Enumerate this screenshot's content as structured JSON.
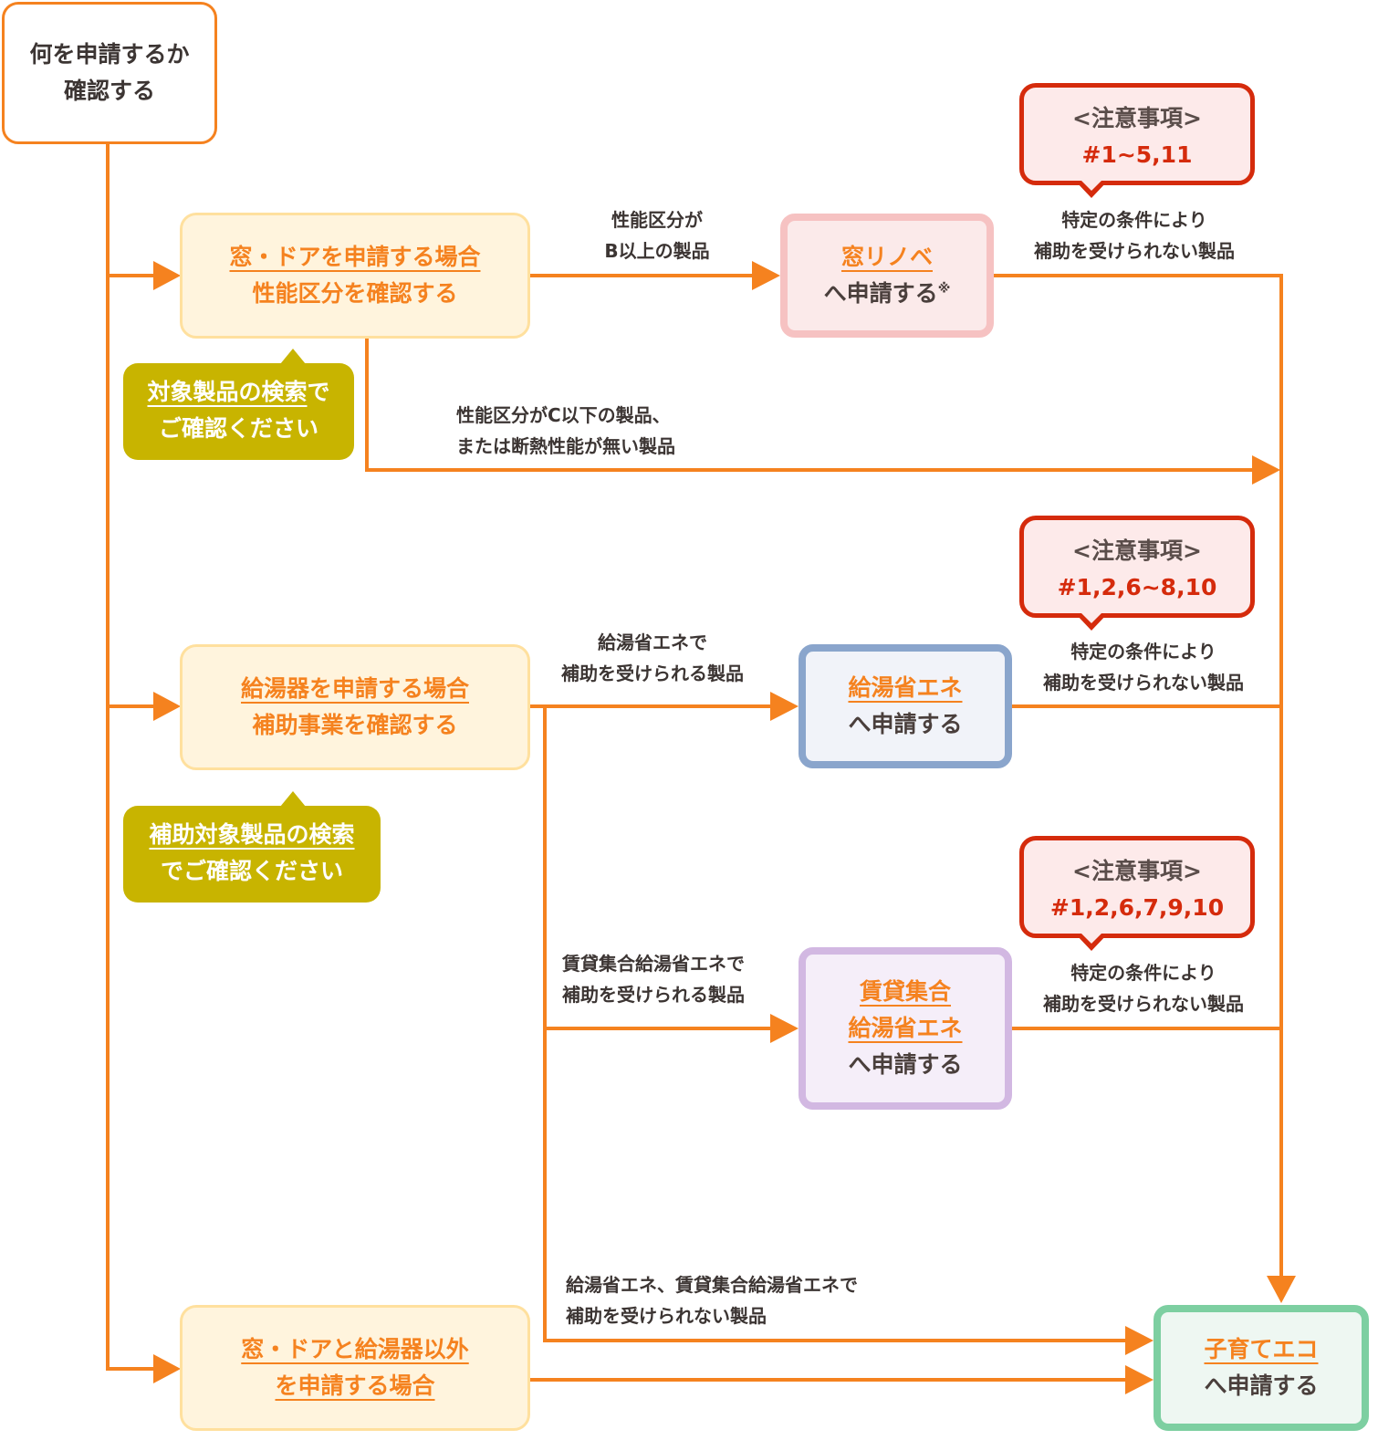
{
  "start": {
    "line1": "何を申請するか",
    "line2": "確認する"
  },
  "steps": {
    "window": {
      "link": "窓・ドアを申請する場合",
      "line2": "性能区分を確認する"
    },
    "water_heater": {
      "link": "給湯器を申請する場合",
      "line2": "補助事業を確認する"
    },
    "other": {
      "link1": "窓・ドアと給湯器以外",
      "link2": "を申請する場合"
    }
  },
  "tips": {
    "window": {
      "link": "対象製品の検索",
      "suffix": "で",
      "line2": "ご確認ください"
    },
    "water_heater": {
      "link": "補助対象製品の検索",
      "line2": "でご確認ください"
    }
  },
  "destinations": {
    "window_renovation": {
      "link": "窓リノベ",
      "line2": "へ申請する",
      "mark": "※"
    },
    "water_heater_eco": {
      "link": "給湯省エネ",
      "line2": "へ申請する"
    },
    "rental_water_heater_eco": {
      "link1": "賃貸集合",
      "link2": "給湯省エネ",
      "line2": "へ申請する"
    },
    "kosodate_eco": {
      "link": "子育てエコ",
      "line2": "へ申請する"
    }
  },
  "notes": [
    {
      "title": "<注意事項>",
      "nums": "#1~5,11"
    },
    {
      "title": "<注意事項>",
      "nums": "#1,2,6~8,10"
    },
    {
      "title": "<注意事項>",
      "nums": "#1,2,6,7,9,10"
    }
  ],
  "edge_labels": {
    "window_b_or_above": [
      "性能区分が",
      "B以上の製品"
    ],
    "window_c_or_below": [
      "性能区分がC以下の製品、",
      "または断熱性能が無い製品"
    ],
    "not_eligible_1": [
      "特定の条件により",
      "補助を受けられない製品"
    ],
    "water_eligible": [
      "給湯省エネで",
      "補助を受けられる製品"
    ],
    "not_eligible_2": [
      "特定の条件により",
      "補助を受けられない製品"
    ],
    "rental_eligible": [
      "賃貸集合給湯省エネで",
      "補助を受けられる製品"
    ],
    "not_eligible_3": [
      "特定の条件により",
      "補助を受けられない製品"
    ],
    "water_not_eligible": [
      "給湯省エネ、賃貸集合給湯省エネで",
      "補助を受けられない製品"
    ]
  },
  "colors": {
    "line": "#f5821f",
    "note_border": "#d52b0c",
    "tip_bg": "#c8b400",
    "step_bg": "#fff4dd",
    "window_border": "#f6c2c2",
    "water_border": "#8aa5cc",
    "rental_border": "#d2b8e2",
    "kosodate_border": "#7dcfa1"
  }
}
